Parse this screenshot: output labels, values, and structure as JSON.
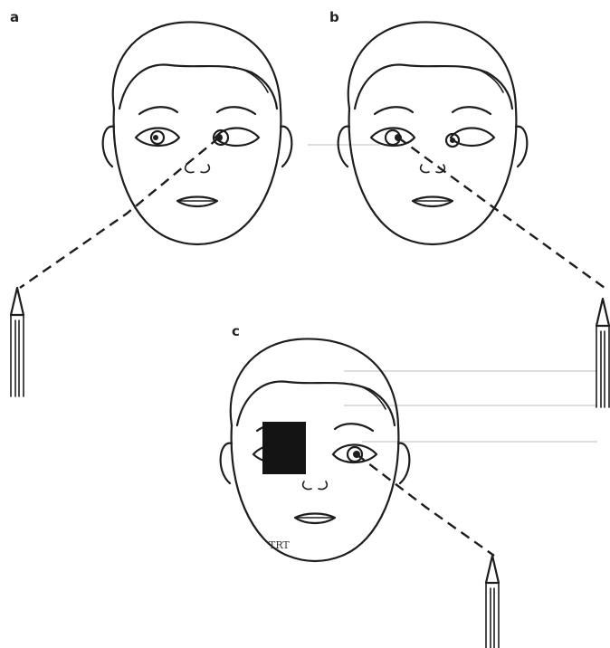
{
  "panels": [
    {
      "label": "a"
    },
    {
      "label": "b"
    },
    {
      "label": "c"
    }
  ],
  "signature": "TRT",
  "colors": {
    "ink": "#1e1e1e",
    "patch": "#141414",
    "background": "#ffffff"
  }
}
